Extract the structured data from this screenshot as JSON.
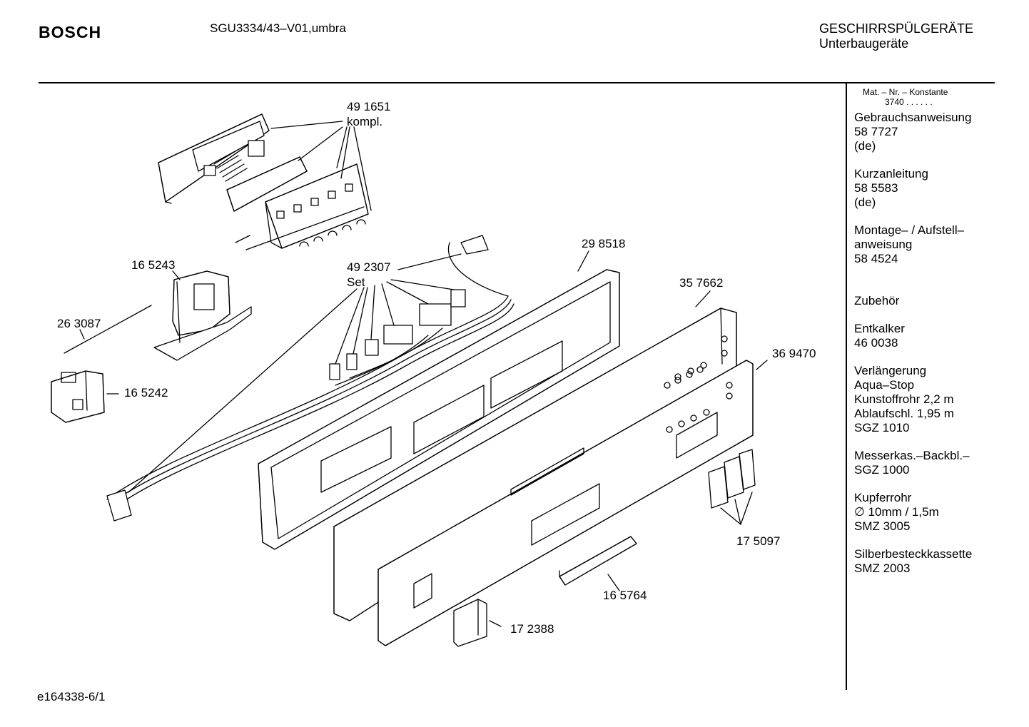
{
  "header": {
    "brand": "BOSCH",
    "model": "SGU3334/43–V01,umbra",
    "category_line1": "GESCHIRRSPÜLGERÄTE",
    "category_line2": "Unterbaugeräte"
  },
  "sidebar": {
    "constant_label": "Mat. – Nr. – Konstante",
    "constant_value": "3740 .  .  .  .  .  .",
    "sections": [
      {
        "lines": [
          "Gebrauchsanweisung",
          "58 7727",
          "(de)"
        ]
      },
      {
        "lines": [
          "Kurzanleitung",
          "58 5583",
          "(de)"
        ]
      },
      {
        "lines": [
          "Montage– / Aufstell–",
          "anweisung",
          "58 4524"
        ]
      },
      {
        "lines": [
          "Zubehör"
        ]
      },
      {
        "lines": [
          "Entkalker",
          "46 0038"
        ]
      },
      {
        "lines": [
          "Verlängerung",
          "Aqua–Stop",
          "Kunstoffrohr 2,2 m",
          "Ablaufschl. 1,95 m",
          "SGZ 1010"
        ]
      },
      {
        "lines": [
          "Messerkas.–Backbl.–",
          "SGZ 1000"
        ]
      },
      {
        "lines": [
          "Kupferrohr",
          "∅ 10mm / 1,5m",
          "SMZ 3005"
        ]
      },
      {
        "lines": [
          "Silberbesteckkassette",
          "SMZ 2003"
        ]
      }
    ]
  },
  "parts": {
    "p491651": "49 1651",
    "p491651_note": "kompl.",
    "p165243": "16 5243",
    "p263087": "26 3087",
    "p165242": "16 5242",
    "p492307": "49 2307",
    "p492307_note": "Set",
    "p298518": "29 8518",
    "p357662": "35 7662",
    "p369470": "36 9470",
    "p175097": "17 5097",
    "p165764": "16 5764",
    "p172388": "17 2388"
  },
  "footer": {
    "doc_id": "e164338-6/1"
  }
}
